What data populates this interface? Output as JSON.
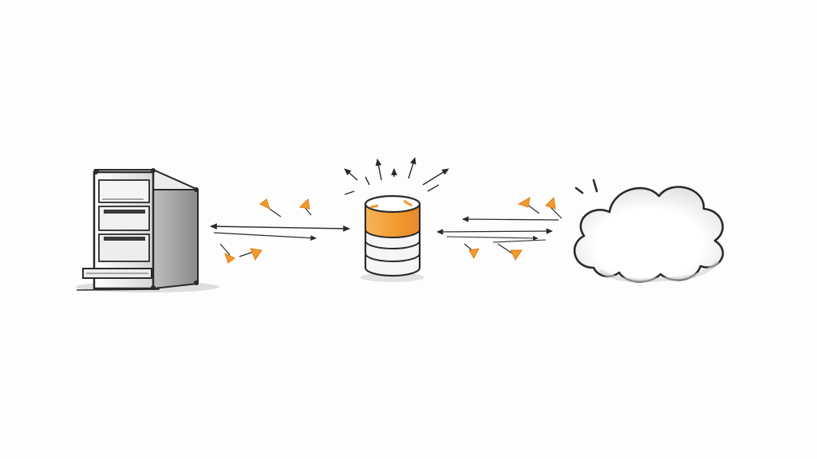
{
  "colors": {
    "ink": "#2a2a2a",
    "accent": "#ef9a2e",
    "accent_dark": "#e07f12",
    "background": "#fdfdfd",
    "shadow": "#d9d9d9"
  },
  "nodes": [
    {
      "id": "server",
      "icon": "server-tower-icon"
    },
    {
      "id": "database",
      "icon": "database-cylinder-icon"
    },
    {
      "id": "cloud",
      "icon": "cloud-icon"
    }
  ],
  "links": [
    {
      "from": "server",
      "to": "database",
      "style": "bidirectional-arrows"
    },
    {
      "from": "database",
      "to": "cloud",
      "style": "bidirectional-arrows"
    }
  ]
}
